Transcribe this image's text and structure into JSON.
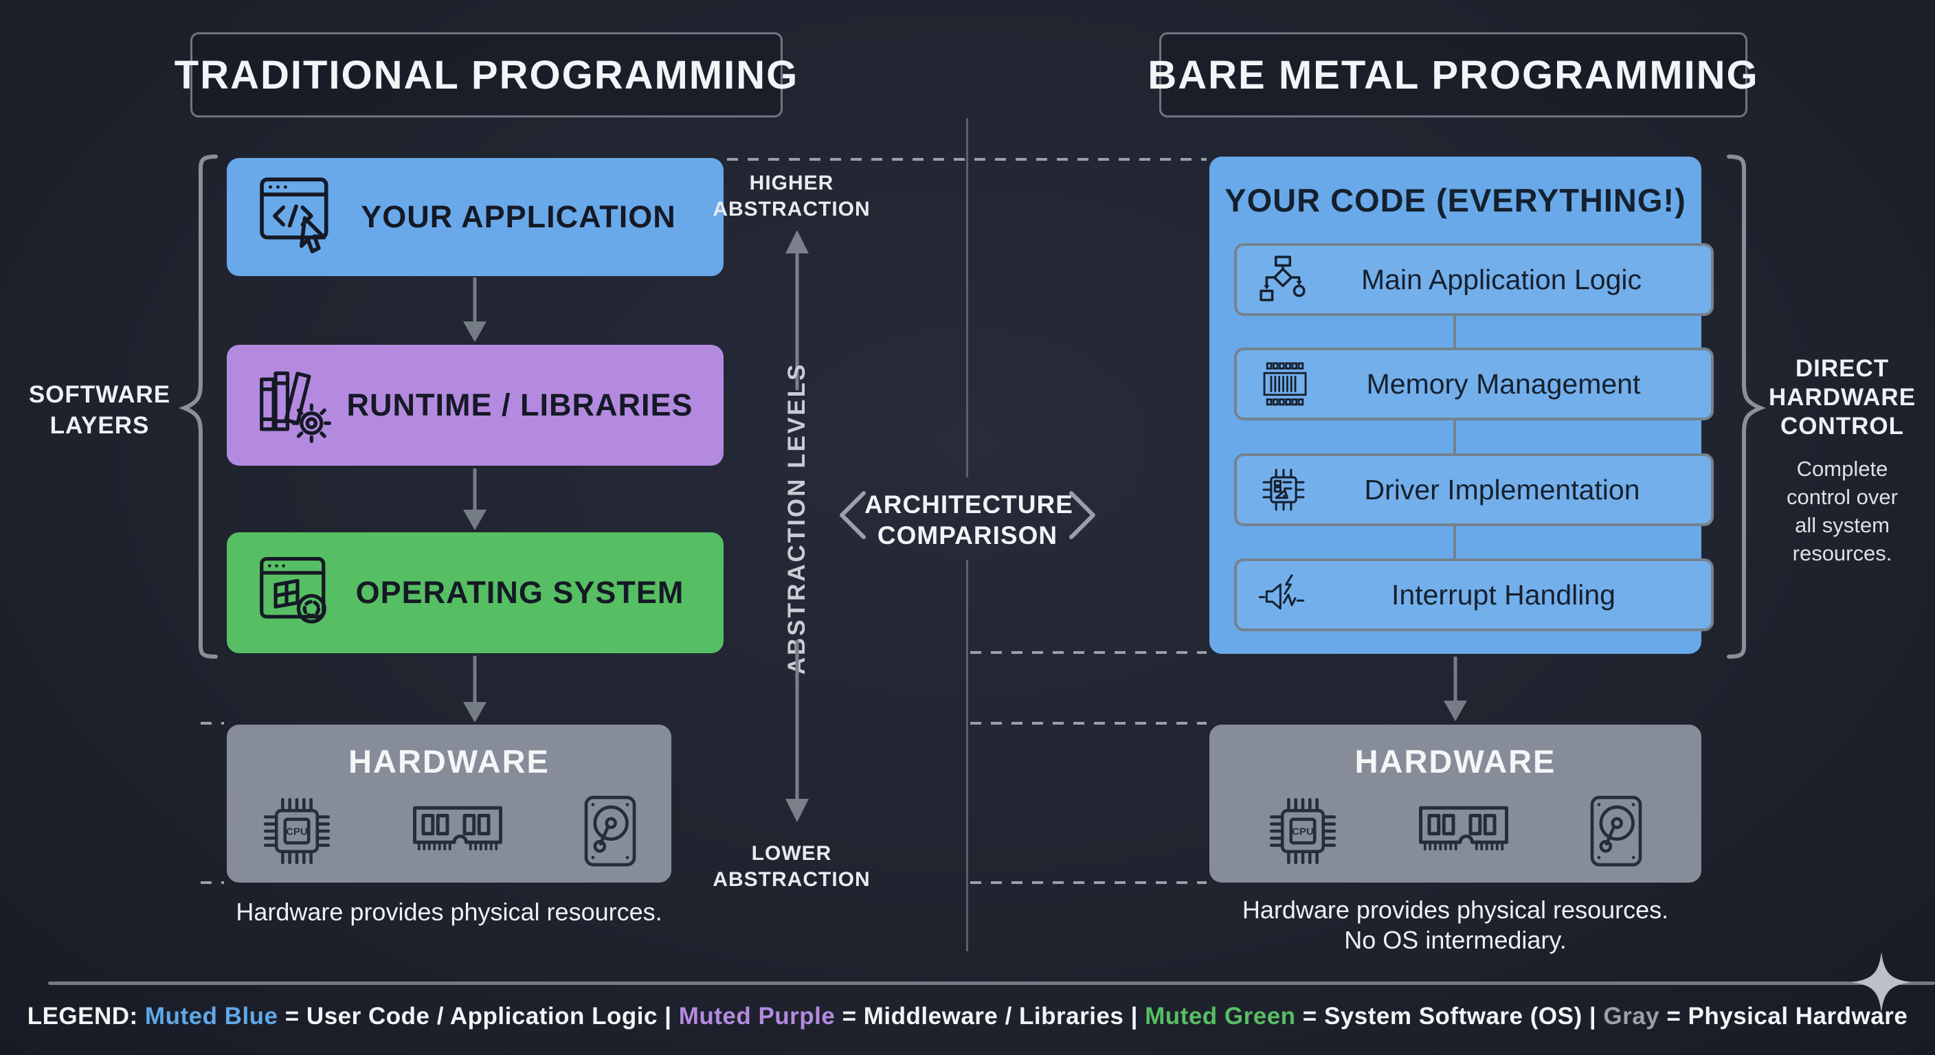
{
  "titles": {
    "left": "TRADITIONAL PROGRAMMING",
    "right": "BARE METAL PROGRAMMING"
  },
  "left_column": {
    "bracket_label": [
      "SOFTWARE",
      "LAYERS"
    ],
    "boxes": [
      {
        "label": "YOUR APPLICATION",
        "color": "#69a9e9",
        "icon": "app-window-code-icon"
      },
      {
        "label": "RUNTIME / LIBRARIES",
        "color": "#b48ae0",
        "icon": "books-gear-icon"
      },
      {
        "label": "OPERATING SYSTEM",
        "color": "#57bf63",
        "icon": "os-window-icon"
      },
      {
        "label": "HARDWARE",
        "color": "#878d98",
        "icons": [
          "cpu-icon",
          "ram-icon",
          "hdd-icon"
        ]
      }
    ],
    "caption": "Hardware provides physical resources."
  },
  "center": {
    "higher": [
      "HIGHER",
      "ABSTRACTION"
    ],
    "axis_label": "ABSTRACTION LEVELS",
    "compare": [
      "ARCHITECTURE",
      "COMPARISON"
    ],
    "lower": [
      "LOWER",
      "ABSTRACTION"
    ]
  },
  "right_column": {
    "main_box_title": "YOUR CODE (EVERYTHING!)",
    "sub_boxes": [
      {
        "label": "Main Application Logic",
        "icon": "flowchart-icon"
      },
      {
        "label": "Memory Management",
        "icon": "memory-icon"
      },
      {
        "label": "Driver Implementation",
        "icon": "driver-chip-icon"
      },
      {
        "label": "Interrupt Handling",
        "icon": "interrupt-icon"
      }
    ],
    "hardware_title": "HARDWARE",
    "hardware_icons": [
      "cpu-icon",
      "ram-icon",
      "hdd-icon"
    ],
    "caption": [
      "Hardware provides physical resources.",
      "No OS intermediary."
    ],
    "bracket_label": [
      "DIRECT",
      "HARDWARE",
      "CONTROL"
    ],
    "bracket_note": [
      "Complete",
      "control over",
      "all system",
      "resources."
    ]
  },
  "icons": {
    "cpu_label": "CPU"
  },
  "legend": {
    "parts": [
      {
        "text": "LEGEND: ",
        "color": "#f2f4f6"
      },
      {
        "text": "Muted Blue",
        "color": "#5fa8e8"
      },
      {
        "text": " = User Code / Application Logic | ",
        "color": "#f2f4f6"
      },
      {
        "text": "Muted Purple",
        "color": "#b48ae0"
      },
      {
        "text": " = Middleware / Libraries | ",
        "color": "#f2f4f6"
      },
      {
        "text": "Muted Green",
        "color": "#57bf63"
      },
      {
        "text": " = System Software (OS) | ",
        "color": "#f2f4f6"
      },
      {
        "text": "Gray",
        "color": "#9aa0aa"
      },
      {
        "text": " = Physical Hardware",
        "color": "#f2f4f6"
      }
    ]
  },
  "colors": {
    "background": "#20242f",
    "muted_blue": "#69a9e9",
    "muted_purple": "#b48ae0",
    "muted_green": "#57bf63",
    "gray_box": "#878d98",
    "line_gray": "#8a9099"
  }
}
